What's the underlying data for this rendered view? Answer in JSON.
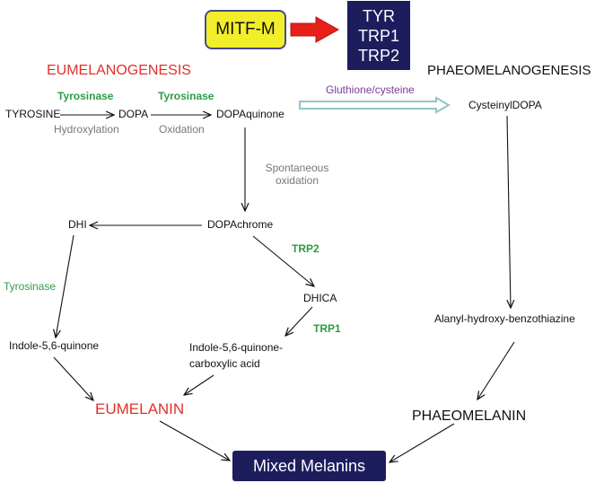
{
  "regulator": "MITF-M",
  "targets": [
    "TYR",
    "TRP1",
    "TRP2"
  ],
  "headings": {
    "eumelanogenesis": "EUMELANOGENESIS",
    "phaeomelanogenesis": "PHAEOMELANOGENESIS"
  },
  "nodes": {
    "tyrosine": "TYROSINE",
    "dopa": "DOPA",
    "dopaquinone": "DOPAquinone",
    "cysteinyldopa": "CysteinylDOPA",
    "dopachrome": "DOPAchrome",
    "dhi": "DHI",
    "dhica": "DHICA",
    "indole_quinone": "Indole-5,6-quinone",
    "indole_quinone_carboxylic_1": "Indole-5,6-quinone-",
    "indole_quinone_carboxylic_2": "carboxylic acid",
    "alanyl": "Alanyl-hydroxy-benzothiazine",
    "eumelanin": "EUMELANIN",
    "phaeomelanin": "PHAEOMELANIN",
    "mixed": "Mixed Melanins"
  },
  "edge_labels": {
    "tyrosinase_1": "Tyrosinase",
    "hydroxylation": "Hydroxylation",
    "tyrosinase_2": "Tyrosinase",
    "oxidation": "Oxidation",
    "glutathione": "Gluthione/cysteine",
    "spontaneous_1": "Spontaneous",
    "spontaneous_2": "oxidation",
    "trp2": "TRP2",
    "tyrosinase_3": "Tyrosinase",
    "trp1": "TRP1"
  },
  "colors": {
    "eumelanin_red": "#e0302a",
    "enzyme_green": "#2e9b44",
    "glutathione_purple": "#7a3c96",
    "dark_navy": "#1d1d5e",
    "mitf_yellow": "#f2ee2a",
    "arrow_red": "#e8201a",
    "teal_arrow": "#8fc6c6"
  }
}
